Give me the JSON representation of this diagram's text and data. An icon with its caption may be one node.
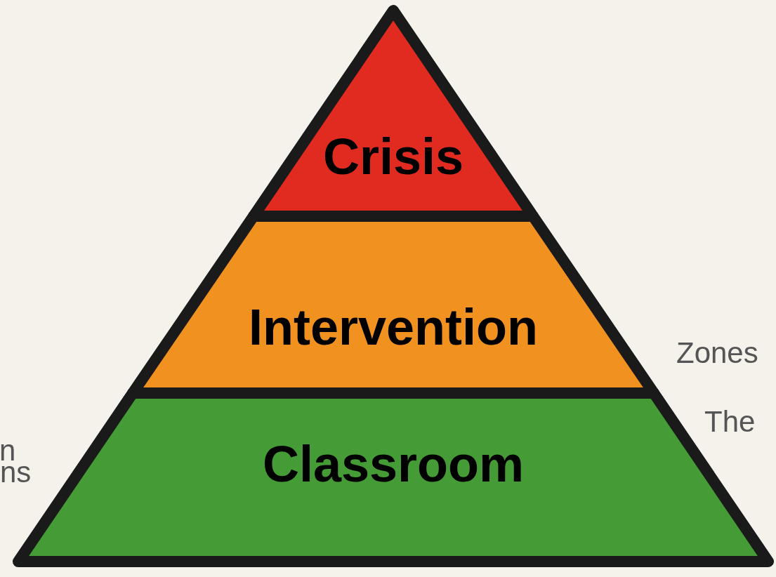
{
  "diagram": {
    "nodes": [
      {
        "text": [
          "Crisis"
        ]
      },
      {
        "text": [
          "Intervention"
        ]
      },
      {
        "text": [
          "Classroom"
        ]
      }
    ],
    "labels": [
      "Zones",
      "The",
      "n",
      "ns"
    ]
  }
}
